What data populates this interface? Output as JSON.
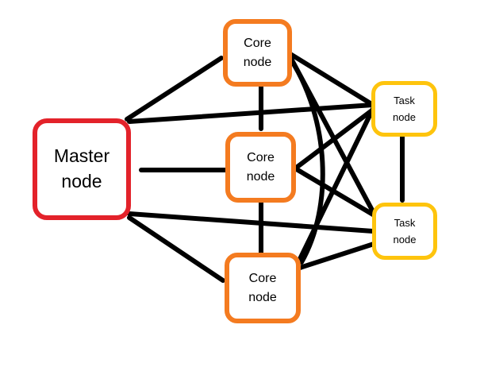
{
  "colors": {
    "master": "#e3222a",
    "core": "#f47b20",
    "task": "#fec40d",
    "edge": "#000000"
  },
  "nodes": {
    "master": {
      "label": "Master\nnode"
    },
    "core_1": {
      "label": "Core\nnode"
    },
    "core_2": {
      "label": "Core\nnode"
    },
    "core_3": {
      "label": "Core\nnode"
    },
    "task_1": {
      "label": "Task\nnode"
    },
    "task_2": {
      "label": "Task\nnode"
    }
  },
  "edges": [
    [
      "master",
      "core_1"
    ],
    [
      "master",
      "core_2"
    ],
    [
      "master",
      "core_3"
    ],
    [
      "master",
      "task_1"
    ],
    [
      "master",
      "task_2"
    ],
    [
      "core_1",
      "core_2"
    ],
    [
      "core_2",
      "core_3"
    ],
    [
      "core_1",
      "task_1"
    ],
    [
      "core_1",
      "task_2"
    ],
    [
      "core_1",
      "core_3"
    ],
    [
      "core_2",
      "task_1"
    ],
    [
      "core_2",
      "task_2"
    ],
    [
      "core_3",
      "task_1"
    ],
    [
      "core_3",
      "task_2"
    ],
    [
      "task_1",
      "task_2"
    ]
  ]
}
